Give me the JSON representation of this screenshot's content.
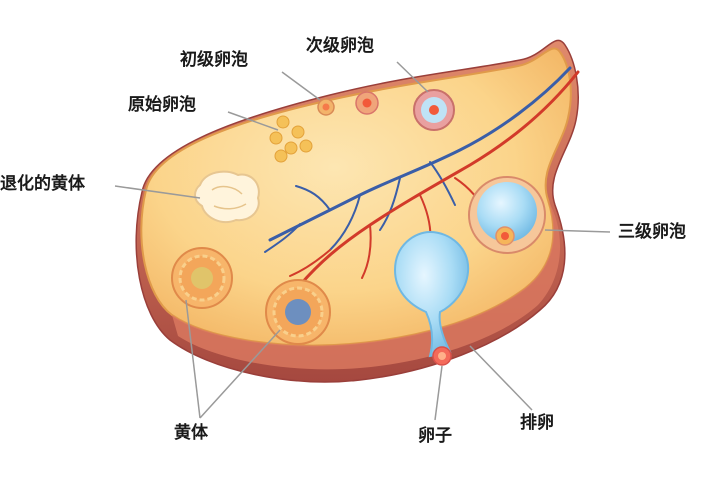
{
  "labels": {
    "primary_follicle": "初级卵泡",
    "secondary_follicle": "次级卵泡",
    "primordial_follicle": "原始卵泡",
    "degenerating_corpus_luteum": "退化的黄体",
    "tertiary_follicle": "三级卵泡",
    "corpus_luteum": "黄体",
    "ovum": "卵子",
    "ovulation": "排卵"
  },
  "colors": {
    "ovary_fill": "#f6b55a",
    "ovary_inner": "#fbd68c",
    "rim": "#c86a55",
    "rim_dark": "#9a3f3a",
    "vein_blue": "#3a5ea8",
    "artery_red": "#d23a2a",
    "follicle_fluid": "#9fd6f3",
    "leader_line": "#9a9a9a"
  }
}
